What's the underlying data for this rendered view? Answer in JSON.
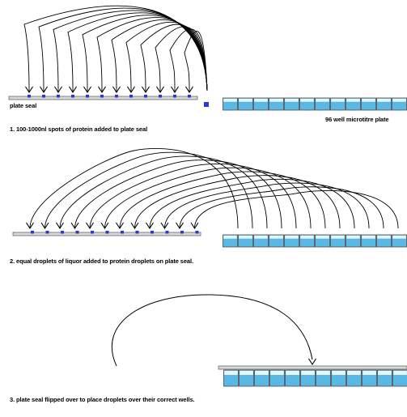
{
  "panels": [
    {
      "caption": "1. 100-1000nl spots of protein added to plate seal",
      "labels": {
        "seal": "plate seal",
        "plate": "96 well microtitre plate"
      }
    },
    {
      "caption": "2. equal droplets of liquor added to protein droplets on plate seal."
    },
    {
      "caption": "3. plate seal flipped over to place droplets over their correct wells."
    }
  ],
  "colors": {
    "seal": "#d8d8d8",
    "droplet": "#2b38d9",
    "well_fill": "#5ab9e4",
    "well_top": "#e6f6fc",
    "well_border": "#4a4a4a",
    "arrow": "#000000"
  },
  "wells_per_row": 12,
  "droplets_per_seal": 12
}
